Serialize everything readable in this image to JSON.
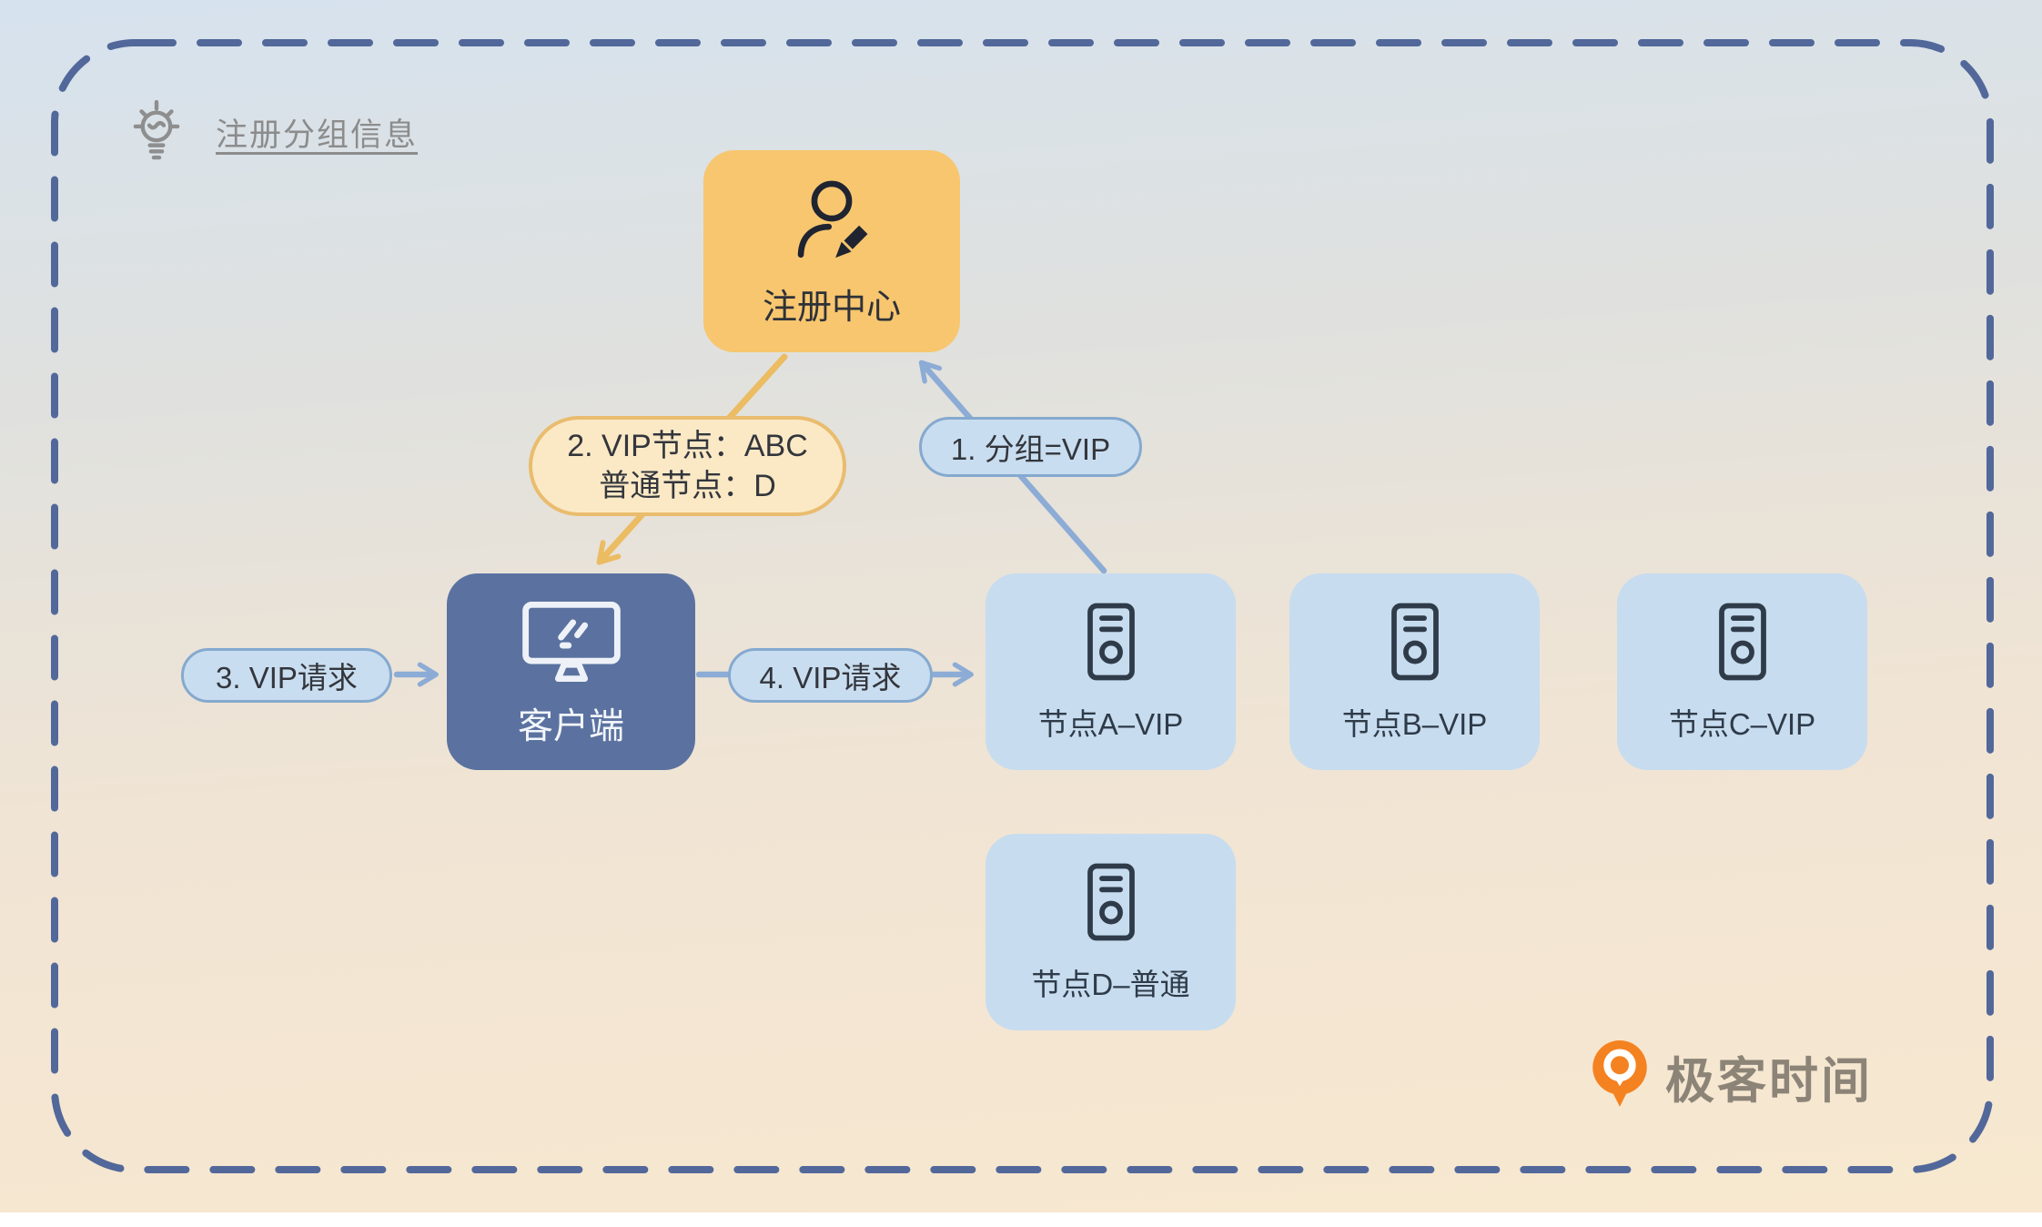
{
  "title": {
    "text": "注册分组信息"
  },
  "registry": {
    "label": "注册中心"
  },
  "client": {
    "label": "客户端"
  },
  "nodes": [
    {
      "label": "节点A–VIP"
    },
    {
      "label": "节点B–VIP"
    },
    {
      "label": "节点C–VIP"
    },
    {
      "label": "节点D–普通"
    }
  ],
  "annotations": {
    "step1": "1. 分组=VIP",
    "step2_line1": "2. VIP节点：ABC",
    "step2_line2": "普通节点：D",
    "step3": "3. VIP请求",
    "step4": "4. VIP请求"
  },
  "brand": {
    "name": "极客时间"
  },
  "colors": {
    "background_top": "#D6E2EE",
    "background_bottom": "#F8E8CF",
    "dashed_border": "#52689A",
    "registry_fill": "#F7C66F",
    "note_fill": "#FBE9C6",
    "note_border": "#E9BC6E",
    "blue_pill_fill": "#C9DDF0",
    "blue_pill_border": "#85A9CF",
    "client_fill": "#5B72A0",
    "node_fill": "#C7DCEF",
    "arrow_orange": "#EBBC62",
    "arrow_blue": "#8CACD6",
    "brand_orange": "#F58220",
    "brand_text": "#8D8478",
    "title_text": "#8C8C8C",
    "dark_text": "#2F3B49"
  }
}
